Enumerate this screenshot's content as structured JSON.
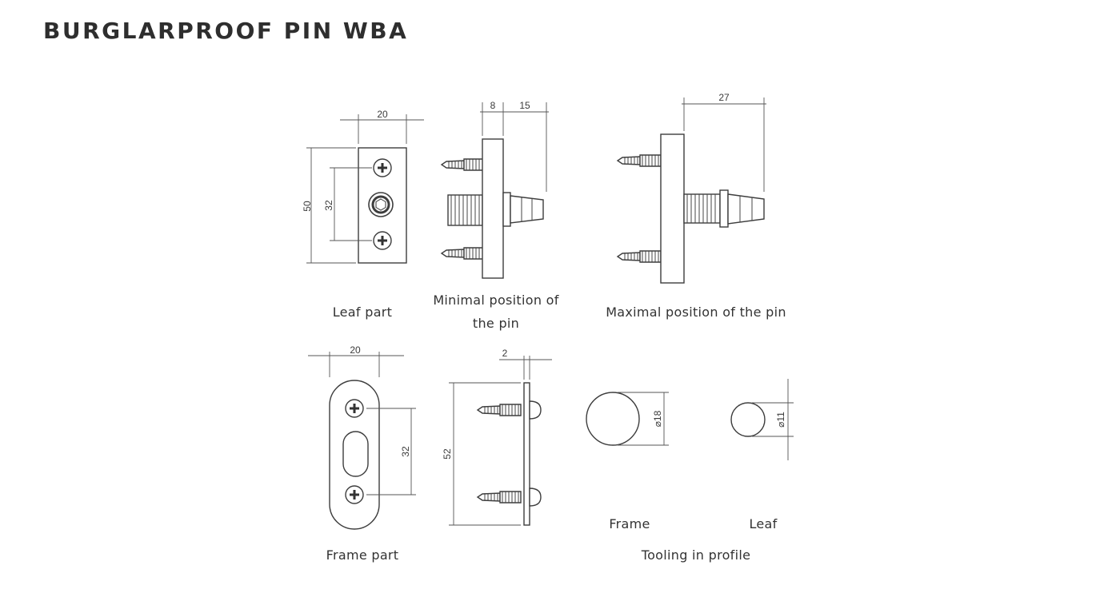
{
  "title": "BURGLARPROOF PIN WBA",
  "captions": {
    "leaf_part": "Leaf part",
    "minimal_line1": "Minimal position of",
    "minimal_line2": "the pin",
    "maximal": "Maximal position of the pin",
    "frame_part": "Frame part",
    "frame": "Frame",
    "leaf": "Leaf",
    "tooling": "Tooling in profile"
  },
  "dimensions": {
    "leaf_width": "20",
    "leaf_height": "50",
    "leaf_hole_spacing": "32",
    "min_plate": "8",
    "min_pin": "15",
    "max_pin": "27",
    "frame_width": "20",
    "frame_hole_spacing": "32",
    "frame_side_thickness": "2",
    "frame_side_height": "52",
    "tool_frame_dia": "⌀18",
    "tool_leaf_dia": "⌀11"
  },
  "colors": {
    "line": "#3d3d3d",
    "text": "#333333"
  }
}
